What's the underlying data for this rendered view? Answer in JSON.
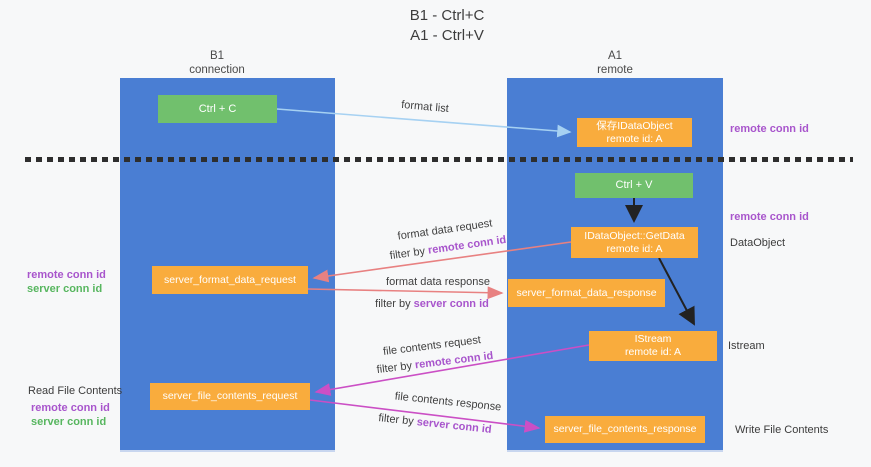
{
  "title": {
    "line1": "B1 - Ctrl+C",
    "line2": "A1 - Ctrl+V"
  },
  "columns": {
    "left": {
      "name": "B1",
      "subtitle": "connection"
    },
    "right": {
      "name": "A1",
      "subtitle": "remote"
    }
  },
  "nodes": {
    "ctrl_c": "Ctrl + C",
    "ctrl_v": "Ctrl + V",
    "save_dataobject": {
      "line1": "保存IDataObject",
      "line2": "remote id: A"
    },
    "getdata": {
      "line1": "IDataObject::GetData",
      "line2": "remote id: A"
    },
    "istream": {
      "line1": "IStream",
      "line2": "remote id: A"
    },
    "server_format_data_request": "server_format_data_request",
    "server_format_data_response": "server_format_data_response",
    "server_file_contents_request": "server_file_contents_request",
    "server_file_contents_response": "server_file_contents_response"
  },
  "arrow_labels": {
    "format_list": "format list",
    "format_data_request": "format data request",
    "format_data_request_filter": {
      "prefix": "filter by ",
      "id": "remote conn id"
    },
    "format_data_response": "format data response",
    "format_data_response_filter": {
      "prefix": "filter by ",
      "id": "server conn id"
    },
    "file_contents_request": "file contents request",
    "file_contents_request_filter": {
      "prefix": "filter by ",
      "id": "remote conn id"
    },
    "file_contents_response": "file contents response",
    "file_contents_response_filter": {
      "prefix": "filter by ",
      "id": "server conn id"
    }
  },
  "side_labels": {
    "right_remote_conn_id_top": "remote conn id",
    "right_remote_conn_id_mid": "remote conn id",
    "right_dataobject": "DataObject",
    "right_istream": "Istream",
    "right_write_file_contents": "Write File Contents",
    "left_remote_conn_id_1": "remote conn id",
    "left_server_conn_id_1": "server conn id",
    "left_read_file_contents": "Read File Contents",
    "left_remote_conn_id_2": "remote conn id",
    "left_server_conn_id_2": "server conn id"
  },
  "colors": {
    "lifeline_blue": "#4a7ed3",
    "node_green": "#71c06d",
    "node_orange": "#f9ac3d",
    "arrow_light_blue": "#a6d1f2",
    "arrow_salmon": "#e88181",
    "arrow_magenta": "#cb4fc5",
    "arrow_black": "#222222",
    "label_purple": "#a855cc",
    "label_green": "#57b65f"
  }
}
